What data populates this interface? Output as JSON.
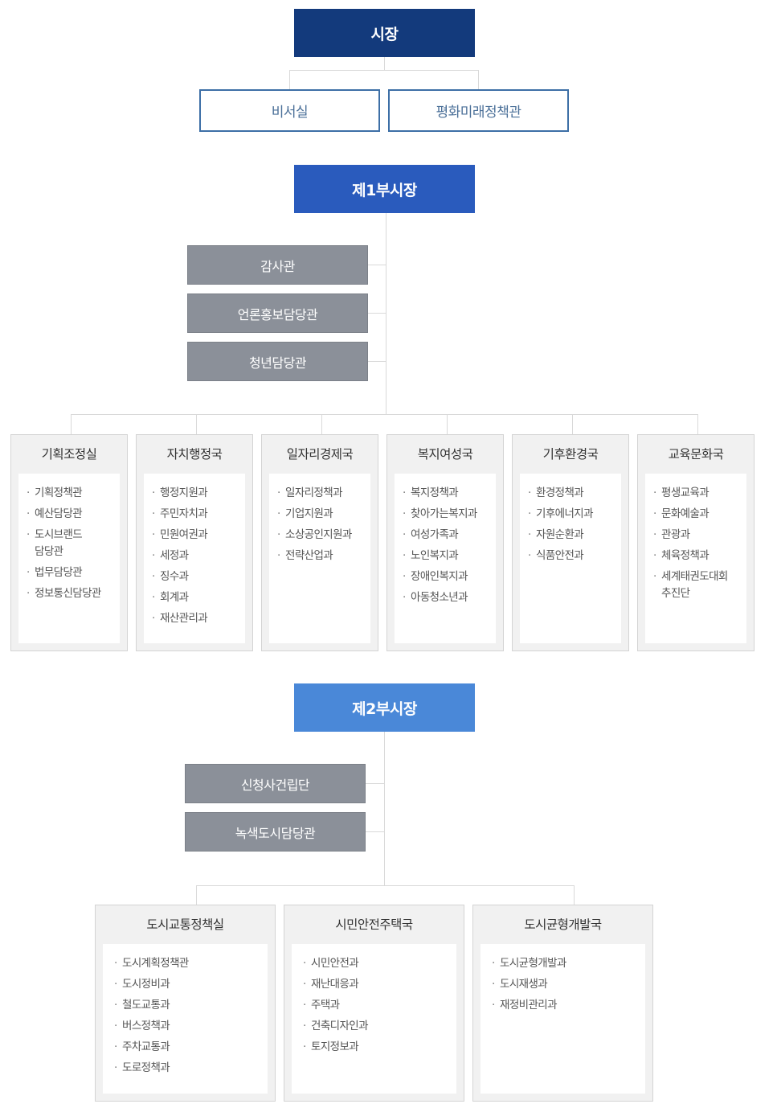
{
  "mayor": {
    "label": "시장",
    "color": "#133a7c"
  },
  "mayor_staff": [
    "비서실",
    "평화미래정책관"
  ],
  "vice1": {
    "label": "제1부시장",
    "color": "#2a5bbd"
  },
  "vice1_staff": [
    "감사관",
    "언론홍보담당관",
    "청년담당관"
  ],
  "vice1_depts": [
    {
      "name": "기획조정실",
      "items": [
        "기획정책관",
        "예산담당관",
        "도시브랜드 담당관",
        "법무담당관",
        "정보통신담당관"
      ]
    },
    {
      "name": "자치행정국",
      "items": [
        "행정지원과",
        "주민자치과",
        "민원여권과",
        "세정과",
        "징수과",
        "회계과",
        "재산관리과"
      ]
    },
    {
      "name": "일자리경제국",
      "items": [
        "일자리정책과",
        "기업지원과",
        "소상공인지원과",
        "전략산업과"
      ]
    },
    {
      "name": "복지여성국",
      "items": [
        "복지정책과",
        "찾아가는복지과",
        "여성가족과",
        "노인복지과",
        "장애인복지과",
        "아동청소년과"
      ]
    },
    {
      "name": "기후환경국",
      "items": [
        "환경정책과",
        "기후에너지과",
        "자원순환과",
        "식품안전과"
      ]
    },
    {
      "name": "교육문화국",
      "items": [
        "평생교육과",
        "문화예술과",
        "관광과",
        "체육정책과",
        "세계태권도대회 추진단"
      ]
    }
  ],
  "vice2": {
    "label": "제2부시장",
    "color": "#4a88d8"
  },
  "vice2_staff": [
    "신청사건립단",
    "녹색도시담당관"
  ],
  "vice2_depts": [
    {
      "name": "도시교통정책실",
      "items": [
        "도시계획정책관",
        "도시정비과",
        "철도교통과",
        "버스정책과",
        "주차교통과",
        "도로정책과"
      ]
    },
    {
      "name": "시민안전주택국",
      "items": [
        "시민안전과",
        "재난대응과",
        "주택과",
        "건축디자인과",
        "토지정보과"
      ]
    },
    {
      "name": "도시균형개발국",
      "items": [
        "도시균형개발과",
        "도시재생과",
        "재정비관리과"
      ]
    }
  ]
}
